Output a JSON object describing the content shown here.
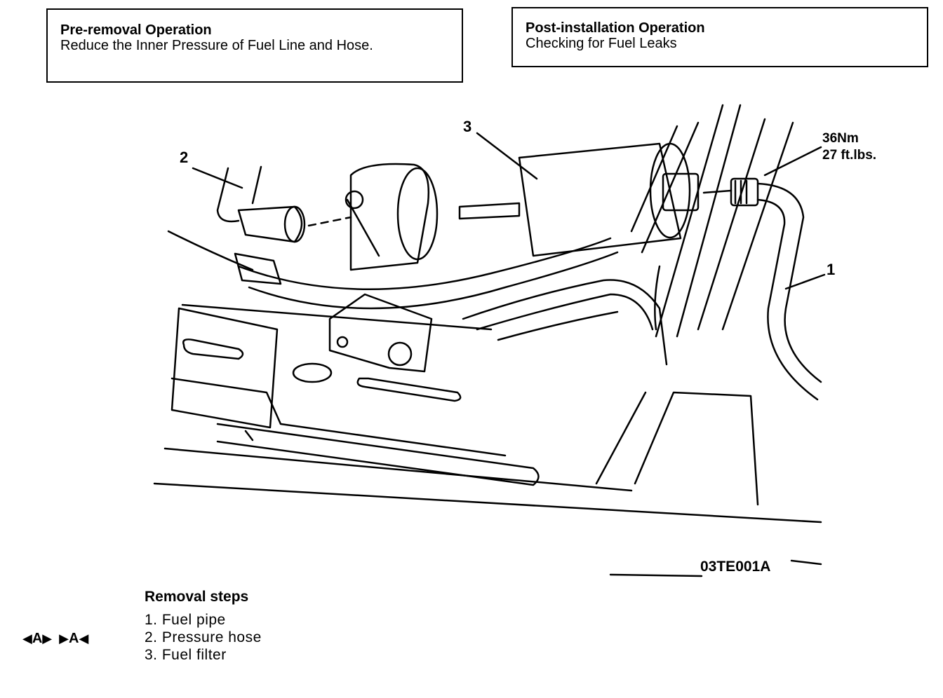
{
  "pre_removal": {
    "title": "Pre-removal Operation",
    "text": "Reduce the Inner Pressure of Fuel Line and Hose."
  },
  "post_installation": {
    "title": "Post-installation Operation",
    "text": "Checking for Fuel Leaks"
  },
  "callouts": {
    "c1": "1",
    "c2": "2",
    "c3": "3",
    "torque_nm": "36Nm",
    "torque_ftlbs": "27 ft.lbs."
  },
  "figure_code": "03TE001A",
  "removal_steps": {
    "title": "Removal steps",
    "items": [
      "1. Fuel pipe",
      "2. Pressure hose",
      "3. Fuel filter"
    ]
  },
  "markers": {
    "left_letter": "A",
    "right_letter": "A"
  }
}
